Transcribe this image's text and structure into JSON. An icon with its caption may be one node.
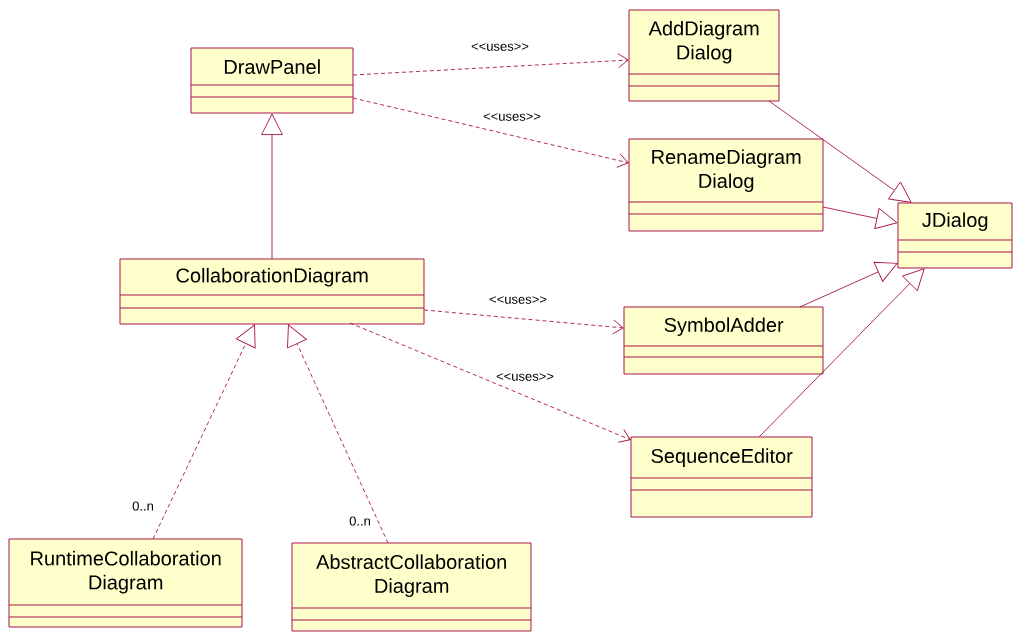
{
  "diagram": {
    "nodes": [
      {
        "text": [
          "DrawPanel"
        ]
      },
      {
        "text": [
          "AddDiagram Dialog"
        ]
      },
      {
        "text": [
          "RenameDiagram Dialog"
        ]
      },
      {
        "text": [
          "JDialog"
        ]
      },
      {
        "text": [
          "CollaborationDiagram"
        ]
      },
      {
        "text": [
          "SymbolAdder"
        ]
      },
      {
        "text": [
          "SequenceEditor"
        ]
      },
      {
        "text": [
          "RuntimeCollaboration Diagram"
        ]
      },
      {
        "text": [
          "AbstractCollaboration Diagram"
        ]
      }
    ],
    "edges": [
      {
        "from": 0,
        "to": 1,
        "arrow": "to",
        "label": "<<uses>>",
        "style": "dashed"
      },
      {
        "from": 0,
        "to": 2,
        "arrow": "to",
        "label": "<<uses>>",
        "style": "dashed"
      },
      {
        "from": 4,
        "to": 5,
        "arrow": "to",
        "label": "<<uses>>",
        "style": "dashed"
      },
      {
        "from": 4,
        "to": 6,
        "arrow": "to",
        "label": "<<uses>>",
        "style": "dashed"
      },
      {
        "from": 4,
        "to": 0,
        "arrow": "to"
      },
      {
        "from": 7,
        "to": 4,
        "arrow": "to",
        "label": "0..n",
        "style": "dashed"
      },
      {
        "from": 8,
        "to": 4,
        "arrow": "to",
        "label": "0..n",
        "style": "dashed"
      },
      {
        "from": 1,
        "to": 3,
        "arrow": "to"
      },
      {
        "from": 2,
        "to": 3,
        "arrow": "to"
      },
      {
        "from": 5,
        "to": 3,
        "arrow": "to"
      },
      {
        "from": 6,
        "to": 3,
        "arrow": "to"
      }
    ]
  }
}
